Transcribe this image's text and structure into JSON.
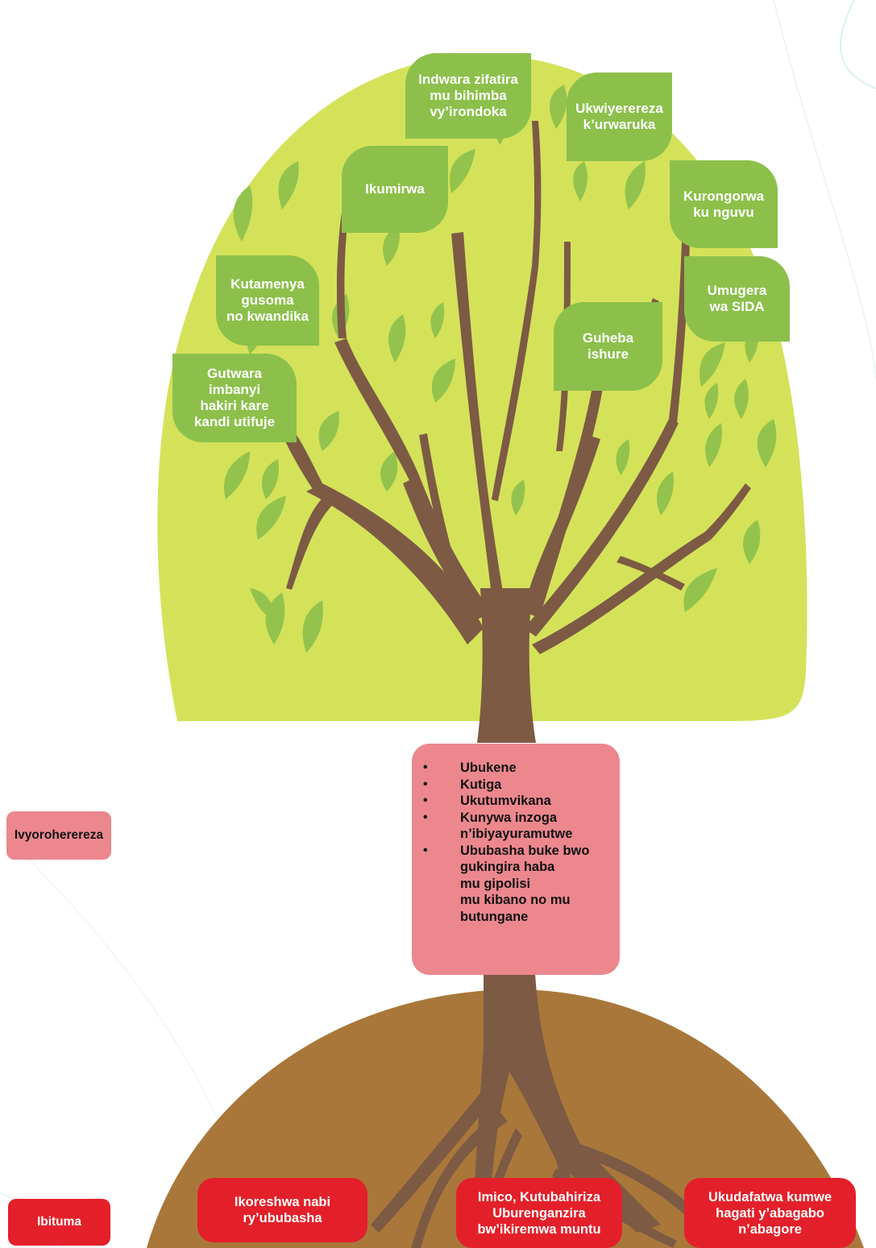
{
  "colors": {
    "canopy": "#d4e25a",
    "leaf_dark": "#8cc04b",
    "trunk": "#7d5a44",
    "soil": "#a9773a",
    "causes_box": "#ec878e",
    "roots_label": "#e3202a"
  },
  "leaves": [
    {
      "text": "Indwara zifatira\nmu bihimba\nvy’irondoka"
    },
    {
      "text": "Ukwiyerereza\nk’urwaruka"
    },
    {
      "text": "Ikumirwa"
    },
    {
      "text": "Kurongorwa\nku nguvu"
    },
    {
      "text": "Kutamenya\ngusoma\nno kwandika"
    },
    {
      "text": "Umugera\nwa SIDA"
    },
    {
      "text": "Guheba\nishure"
    },
    {
      "text": "Gutwara\nimbanyi\nhakiri kare\nkandi utifuje"
    }
  ],
  "causes": [
    "Ubukene",
    "Kutiga",
    "Ukutumvikana",
    "Kunywa inzoga\nn’ibiyayuramutwe",
    "Ububasha buke bwo\ngukingira haba\nmu gipolisi\nmu kibano no mu\nbutungane"
  ],
  "side_labels": {
    "contributing": "Ivyoroherereza",
    "root_causes": "Ibituma"
  },
  "roots": [
    {
      "text": "Ikoreshwa nabi\nry’ububasha"
    },
    {
      "text": "Imico, Kutubahiriza\nUburenganzira\nbw’ikiremwa muntu"
    },
    {
      "text": "Ukudafatwa kumwe\nhagati  y’abagabo\nn’abagore"
    }
  ]
}
